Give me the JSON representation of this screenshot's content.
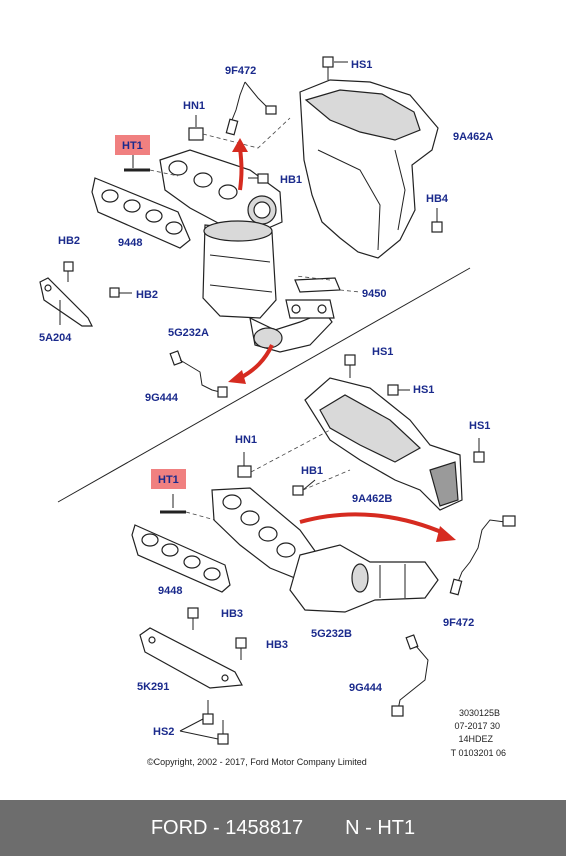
{
  "labels": {
    "f9f472_top": "9F472",
    "hn1_top": "HN1",
    "hs1_top": "HS1",
    "ht1_top": "HT1",
    "hb1_top": "HB1",
    "a9462a": "9A462A",
    "hb4": "HB4",
    "p9448_top": "9448",
    "hb2_left": "HB2",
    "hb2_mid": "HB2",
    "p9450": "9450",
    "a5204": "5A204",
    "g5232a": "5G232A",
    "g9444_top": "9G444",
    "hs1_b1": "HS1",
    "hs1_b2": "HS1",
    "hs1_b3": "HS1",
    "hn1_bottom": "HN1",
    "hb1_bottom": "HB1",
    "ht1_bottom": "HT1",
    "b9462b": "9A462B",
    "p9448_bottom": "9448",
    "hb3_a": "HB3",
    "hb3_b": "HB3",
    "f9f472_bottom": "9F472",
    "g5232b": "5G232B",
    "k5291": "5K291",
    "g9444_bottom": "9G444",
    "hs2": "HS2"
  },
  "meta": {
    "line1": "3030125B",
    "line2": "07-2017 30",
    "line3": "14HDEZ",
    "line4": "T 0103201 06"
  },
  "copyright": "©Copyright, 2002 - 2017, Ford Motor Company Limited",
  "footer": {
    "brand": "FORD - 1458817",
    "code": "N - HT1"
  },
  "colors": {
    "label": "#1a2a8c",
    "highlight": "#f08080",
    "arrow": "#d62b20",
    "footer_bg": "#6d6d6d"
  }
}
